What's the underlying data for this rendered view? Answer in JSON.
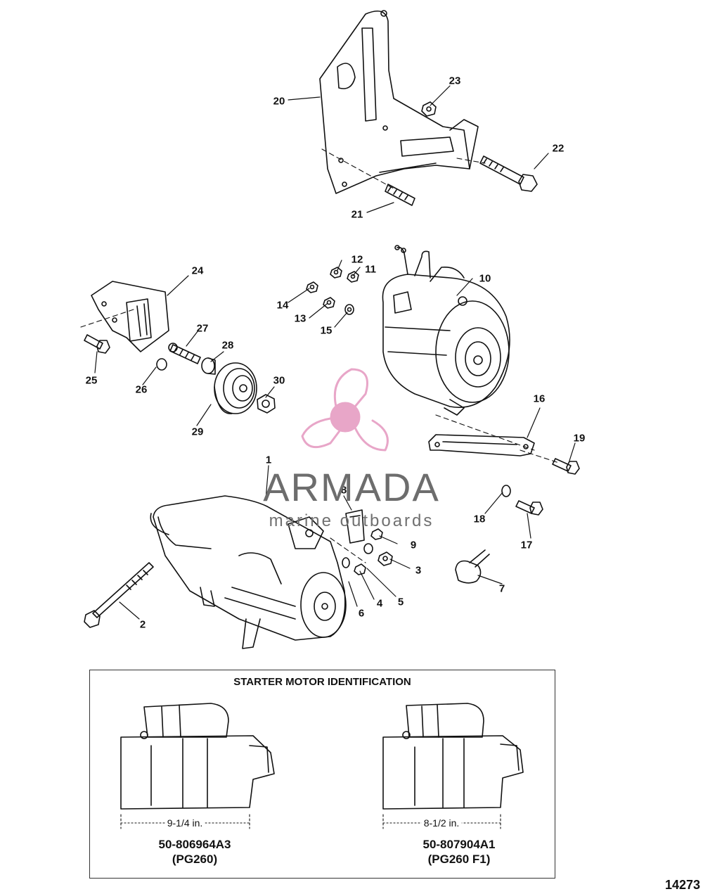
{
  "callouts": [
    {
      "n": "1"
    },
    {
      "n": "2"
    },
    {
      "n": "3"
    },
    {
      "n": "4"
    },
    {
      "n": "5"
    },
    {
      "n": "6"
    },
    {
      "n": "7"
    },
    {
      "n": "8"
    },
    {
      "n": "9"
    },
    {
      "n": "10"
    },
    {
      "n": "11"
    },
    {
      "n": "12"
    },
    {
      "n": "13"
    },
    {
      "n": "14"
    },
    {
      "n": "15"
    },
    {
      "n": "16"
    },
    {
      "n": "17"
    },
    {
      "n": "18"
    },
    {
      "n": "19"
    },
    {
      "n": "20"
    },
    {
      "n": "21"
    },
    {
      "n": "22"
    },
    {
      "n": "23"
    },
    {
      "n": "24"
    },
    {
      "n": "25"
    },
    {
      "n": "26"
    },
    {
      "n": "27"
    },
    {
      "n": "28"
    },
    {
      "n": "29"
    },
    {
      "n": "30"
    }
  ],
  "watermark": {
    "brand": "ARMADA",
    "tagline": "marine outboards",
    "color": "#e8a6c8"
  },
  "identification": {
    "title": "STARTER MOTOR IDENTIFICATION",
    "motors": [
      {
        "length": "9-1/4 in.",
        "part_number": "50-806964A3",
        "model": "(PG260)"
      },
      {
        "length": "8-1/2 in.",
        "part_number": "50-807904A1",
        "model": "(PG260 F1)"
      }
    ]
  },
  "figure_id": "14273"
}
